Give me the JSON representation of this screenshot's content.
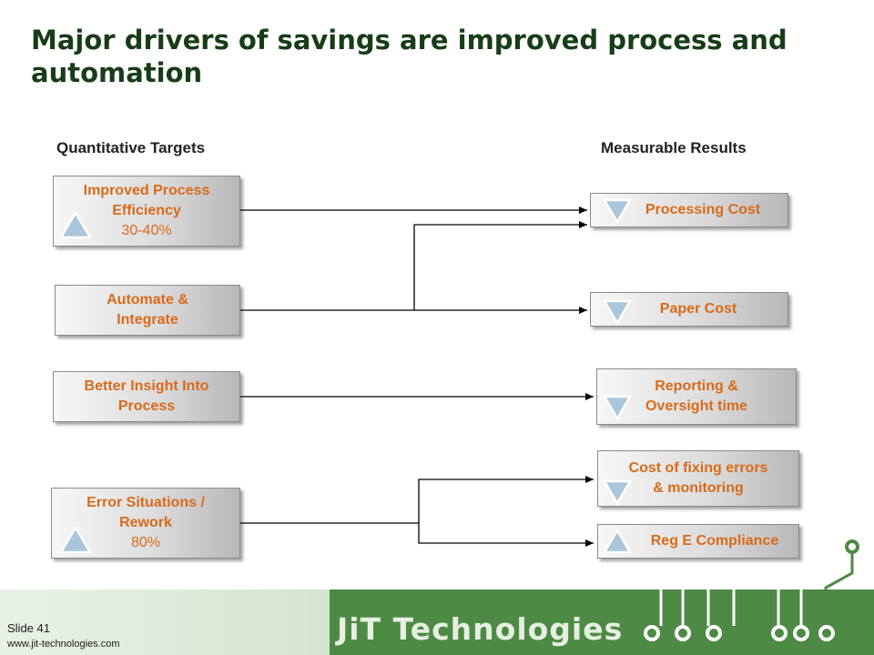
{
  "title": "Major drivers of savings are improved process and automation",
  "left_heading": "Quantitative Targets",
  "right_heading": "Measurable Results",
  "targets": [
    {
      "lines": [
        "Improved Process",
        "Efficiency"
      ],
      "pct": "30-40%",
      "arrow": "up"
    },
    {
      "lines": [
        "Automate &",
        "Integrate"
      ],
      "pct": "",
      "arrow": "none"
    },
    {
      "lines": [
        "Better Insight Into",
        "Process"
      ],
      "pct": "",
      "arrow": "none"
    },
    {
      "lines": [
        "Error Situations /",
        "Rework"
      ],
      "pct": "80%",
      "arrow": "up"
    }
  ],
  "results": [
    {
      "lines": [
        "Processing Cost"
      ],
      "arrow": "down"
    },
    {
      "lines": [
        "Paper Cost"
      ],
      "arrow": "down"
    },
    {
      "lines": [
        "Reporting &",
        "Oversight time"
      ],
      "arrow": "down"
    },
    {
      "lines": [
        "Cost of fixing errors",
        "& monitoring"
      ],
      "arrow": "down"
    },
    {
      "lines": [
        "Reg E Compliance"
      ],
      "arrow": "up"
    }
  ],
  "footer": {
    "slide": "Slide 41",
    "website": "www.jit-technologies.com",
    "brand": "JiT Technologies"
  },
  "colors": {
    "title": "#173d17",
    "box_text": "#d96a1a",
    "arrow_fill": "#a9c6dc",
    "footer_green": "#4d8a44"
  }
}
